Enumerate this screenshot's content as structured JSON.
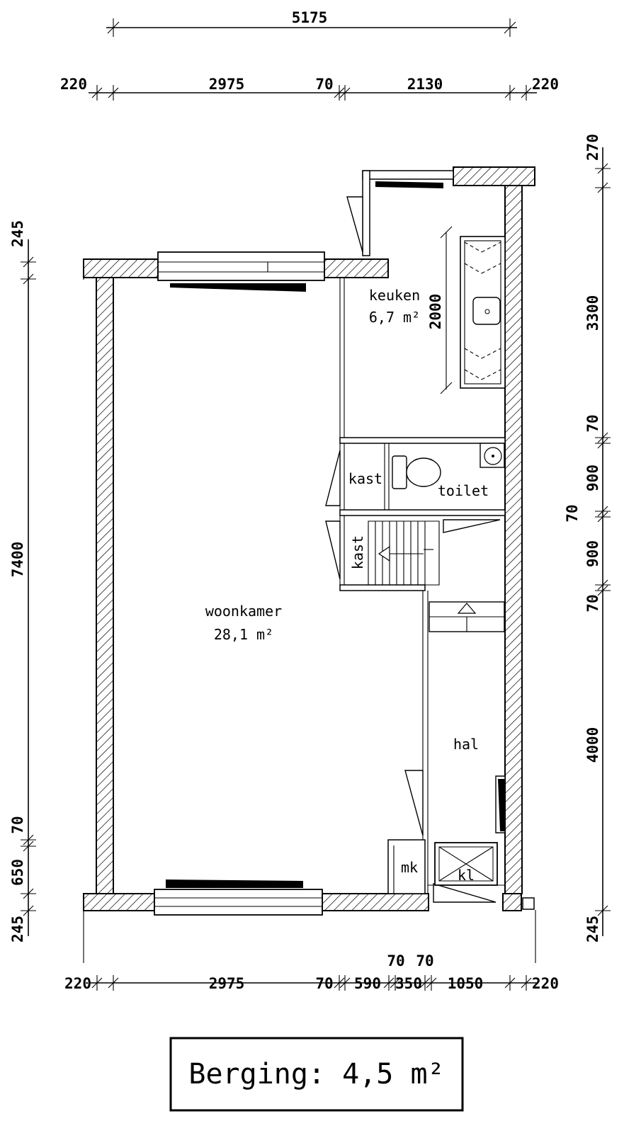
{
  "dimensions": {
    "top_overall": "5175",
    "top_segments": [
      "220",
      "2975",
      "70",
      "2130",
      "220"
    ],
    "bottom_segments": [
      "220",
      "2975",
      "70",
      "590",
      "350",
      "1050",
      "220"
    ],
    "bottom_small": [
      "70",
      "70"
    ],
    "left": [
      "245",
      "7400",
      "70",
      "650",
      "245"
    ],
    "right": [
      "270",
      "3300",
      "70",
      "900",
      "70",
      "900",
      "70",
      "4000",
      "245"
    ]
  },
  "rooms": {
    "keuken": {
      "name": "keuken",
      "area": "6,7 m²"
    },
    "woonkamer": {
      "name": "woonkamer",
      "area": "28,1 m²"
    },
    "kast1": "kast",
    "kast2": "kast",
    "toilet": "toilet",
    "hal": "hal",
    "mk": "mk",
    "kl": "kl"
  },
  "kitchen_counter_dim": "2000",
  "storage_box": "Berging: 4,5 m²"
}
